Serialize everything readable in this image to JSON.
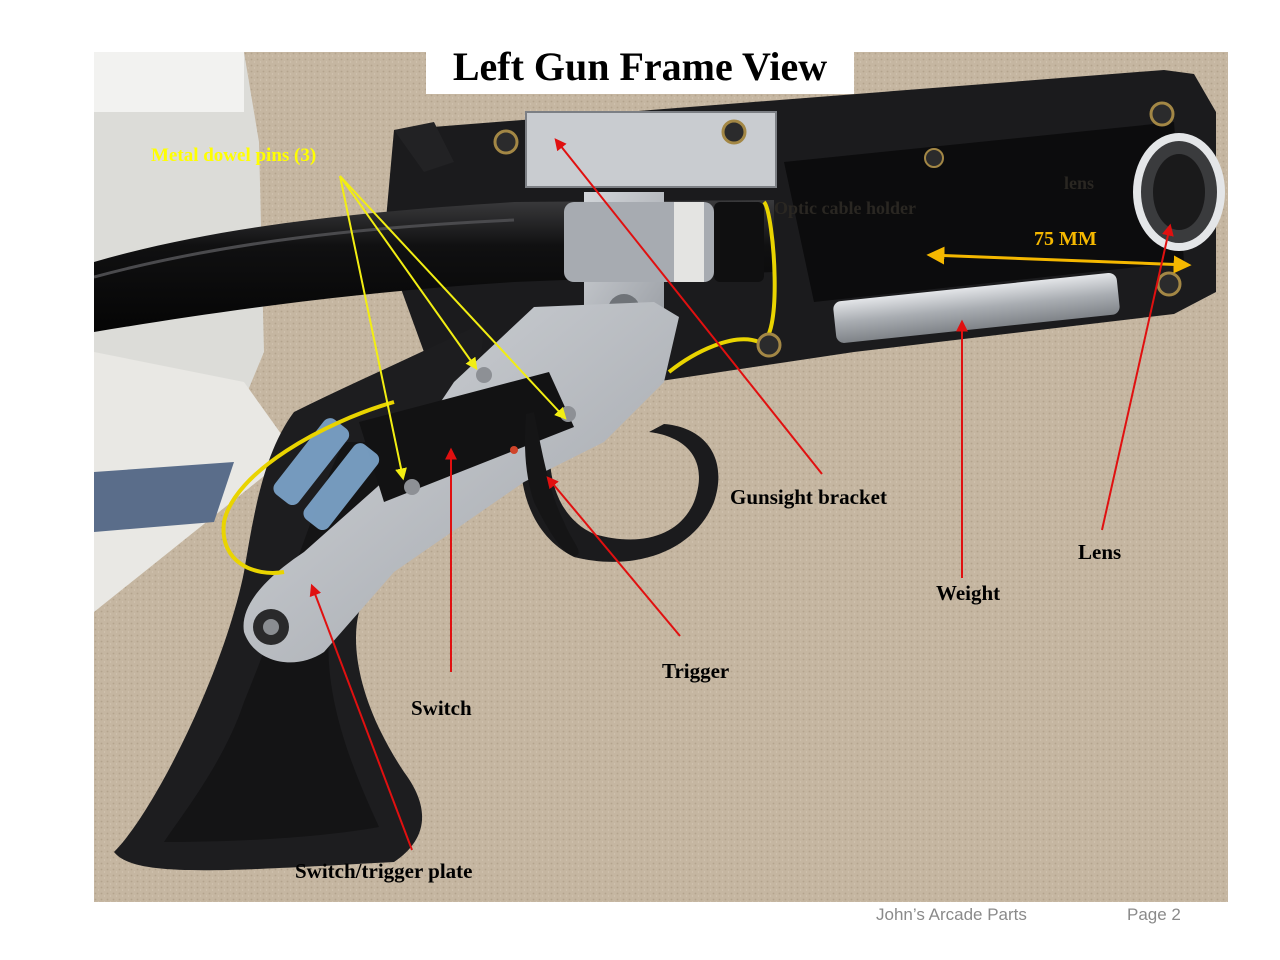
{
  "slide": {
    "title": "Left Gun Frame View",
    "footer_left": "John’s Arcade Parts",
    "footer_right": "Page 2"
  },
  "labels": {
    "dowel_pins": "Metal dowel pins (3)",
    "lens_top": "lens",
    "cable_holder": "Optic cable holder",
    "measurement": "75 MM",
    "gunsight_bracket": "Gunsight bracket",
    "lens": "Lens",
    "weight": "Weight",
    "trigger": "Trigger",
    "switch": "Switch",
    "plate": "Switch/trigger plate"
  },
  "colors": {
    "carpet": "#c7b8a3",
    "frame": "#1b1b1d",
    "cable": "#0f0f10",
    "metal_plate": "#b9bcc0",
    "callout_red": "#e01010",
    "callout_yellow": "#f2ee12",
    "measure_orange": "#f5b800",
    "wire_yellow": "#e9d400",
    "connector_blue": "#7fa8cf"
  }
}
